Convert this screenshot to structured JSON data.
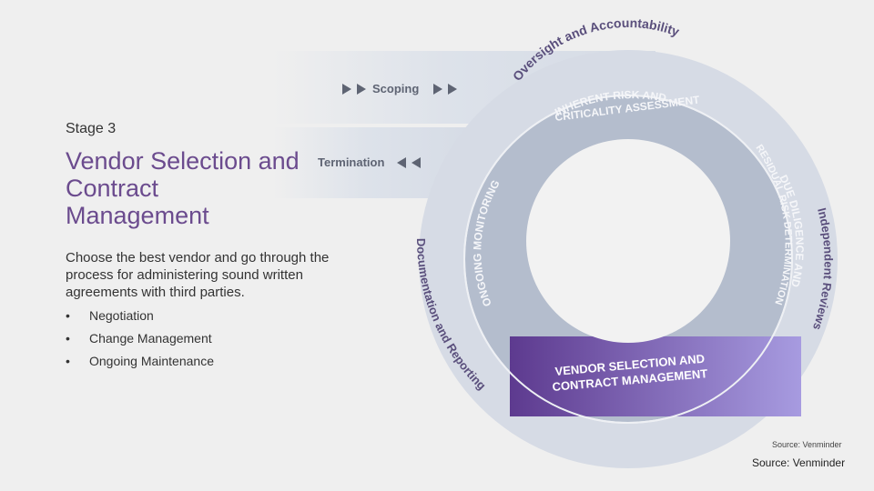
{
  "slide": {
    "stage_label": "Stage 3",
    "title": "Vendor Selection and Contract Management",
    "description": "Choose the best vendor and go through the process for administering sound written agreements with third parties.",
    "bullets": [
      "Negotiation",
      "Change Management",
      "Ongoing Maintenance"
    ],
    "source_main": "Source: Venminder"
  },
  "diagram": {
    "outer_ring_top": "Oversight and Accountability",
    "outer_ring_right": "Independent Reviews",
    "outer_ring_left": "Documentation and Reporting",
    "scoping": "Scoping",
    "termination": "Termination",
    "inherent_risk_line1": "INHERENT RISK AND",
    "inherent_risk_line2": "CRITICALITY ASSESSMENT",
    "due_diligence_line1": "DUE DILIGENCE AND",
    "due_diligence_line2": "RESIDUAL RISK DETERMINATION",
    "ongoing_monitoring": "ONGOING MONITORING",
    "vendor_selection_line1": "VENDOR SELECTION AND",
    "vendor_selection_line2": "CONTRACT MANAGEMENT",
    "source_small": "Source: Venminder"
  },
  "colors": {
    "outer_ring": "#d6dbe5",
    "inner_ring": "#b4bdcd",
    "highlight_start": "#5d3a8f",
    "highlight_end": "#a79be0",
    "title_purple": "#6b4b8e",
    "ring_text": "#5a4f7c",
    "center": "#f2f2f2"
  }
}
